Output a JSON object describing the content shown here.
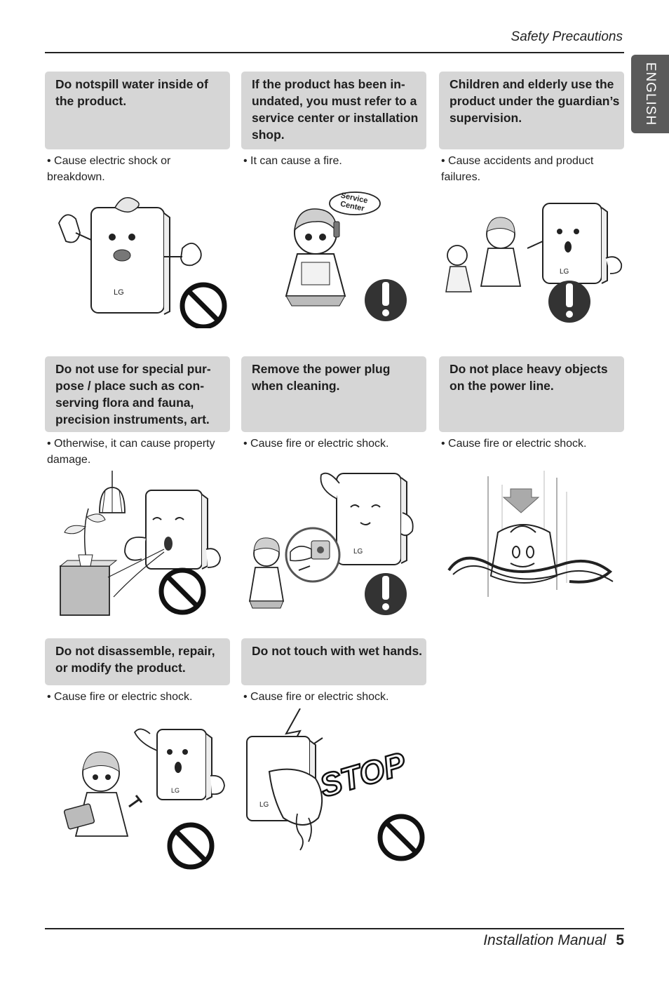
{
  "header": {
    "section_title": "Safety Precautions"
  },
  "side_tab": {
    "language": "ENGLISH"
  },
  "cards": [
    {
      "title": "Do notspill water inside of the product.",
      "note": "•  Cause electric shock or breakdown."
    },
    {
      "title": "If the product has been in-undated, you must refer to a service center or installation shop.",
      "note": "• It can cause a fire."
    },
    {
      "title": "Children and elderly use the product under the guardian’s supervision.",
      "note": "• Cause accidents and product failures."
    },
    {
      "title": "Do not use for special pur-pose / place such as con-serving flora and fauna, precision instruments, art.",
      "note": "• Otherwise, it can cause property damage."
    },
    {
      "title": "Remove the power plug when cleaning.",
      "note": "• Cause fire or electric shock."
    },
    {
      "title": "Do not place heavy objects on the power line.",
      "note": "• Cause fire or electric shock."
    },
    {
      "title": "Do not disassemble, repair, or modify the product.",
      "note": "• Cause fire or electric shock."
    },
    {
      "title": "Do not touch with wet hands.",
      "note": "• Cause fire or electric shock."
    }
  ],
  "illustration_labels": {
    "service_center_line1": "Service",
    "service_center_line2": "Center",
    "brand": "LG",
    "stop_word": "STOP"
  },
  "footer": {
    "manual_title": "Installation Manual",
    "page_number": "5"
  }
}
